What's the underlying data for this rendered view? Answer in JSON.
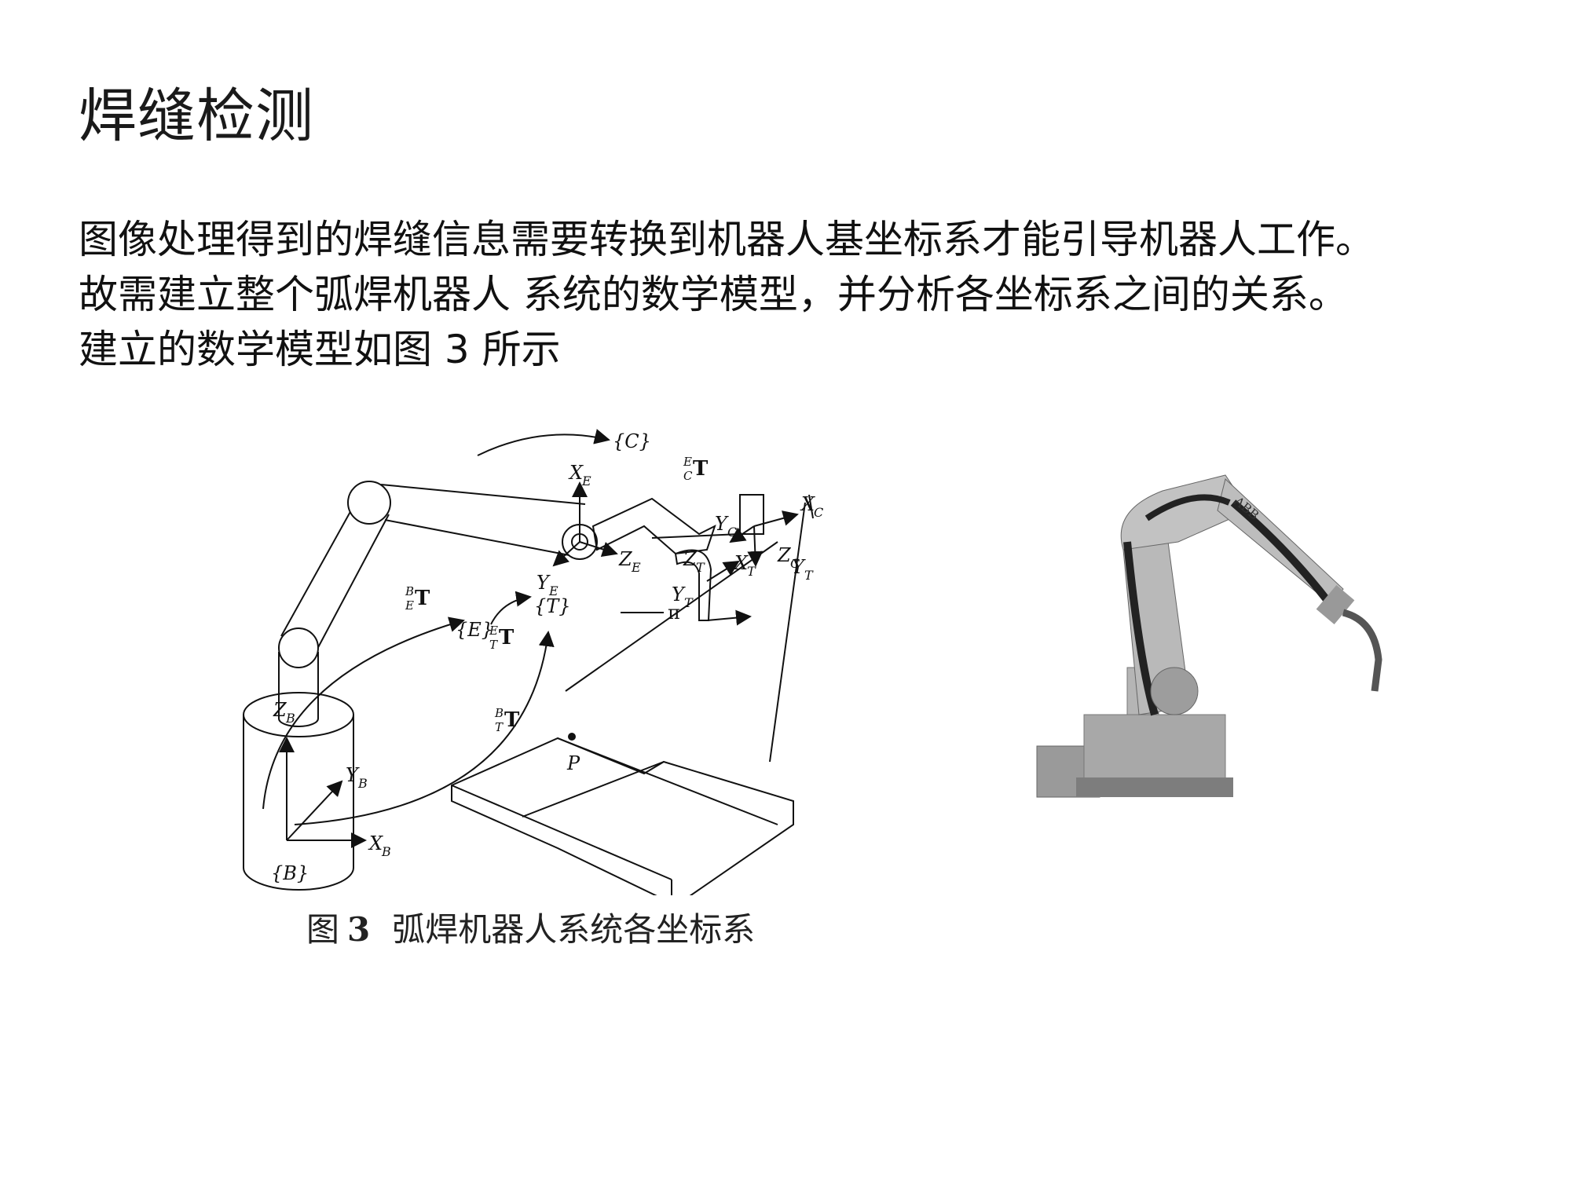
{
  "title": "焊缝检测",
  "paragraph": {
    "lines": [
      "图像处理得到的焊缝信息需要转换到机器人基坐标系才能引导机器人工作。",
      "故需建立整个弧焊机器人 系统的数学模型，并分析各坐标系之间的关系。",
      "建立的数学模型如图 3 所示"
    ]
  },
  "figure": {
    "caption_prefix": "图",
    "caption_number": "3",
    "caption_text": "弧焊机器人系统各坐标系",
    "labels": {
      "frame_B": "{B}",
      "frame_E": "{E}",
      "frame_T": "{T}",
      "frame_C": "{C}",
      "XB": "X",
      "XB_sub": "B",
      "YB": "Y",
      "YB_sub": "B",
      "ZB": "Z",
      "ZB_sub": "B",
      "XE": "X",
      "XE_sub": "E",
      "YE": "Y",
      "YE_sub": "E",
      "ZE": "Z",
      "ZE_sub": "E",
      "XC": "X",
      "XC_sub": "C",
      "YC": "Y",
      "YC_sub": "C",
      "ZC": "Z",
      "ZC_sub": "C",
      "XT": "X",
      "XT_sub": "T",
      "YT": "Y",
      "YT_sub": "T",
      "ZT": "Z",
      "ZT_sub": "T",
      "YT2": "Y",
      "YT2_sub": "T",
      "T_BE": "T",
      "T_BE_sup": "B",
      "T_BE_sub": "E",
      "T_ET": "T",
      "T_ET_sup": "E",
      "T_ET_sub": "T",
      "T_BT": "T",
      "T_BT_sup": "B",
      "T_BT_sub": "T",
      "T_EC": "T",
      "T_EC_sup": "E",
      "T_EC_sub": "C",
      "pi": "π",
      "P": "P"
    },
    "photo_logo": "ABB"
  }
}
